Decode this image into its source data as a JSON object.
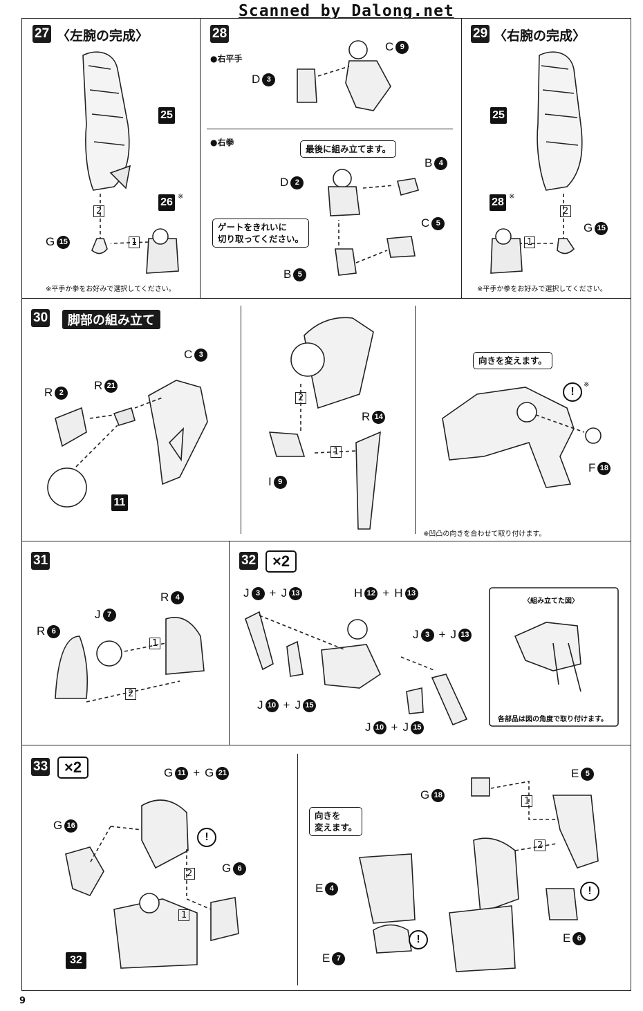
{
  "watermark": "Scanned by Dalong.net",
  "page_number": "9",
  "steps": {
    "s27": {
      "num": "27",
      "title": "〈左腕の完成〉",
      "note": "※平手か拳をお好みで選択してください。",
      "parts": [
        {
          "letter": "G",
          "n": "15"
        }
      ],
      "refs": [
        "25",
        "26"
      ],
      "ref_mark": "※",
      "seq": [
        "1",
        "2"
      ]
    },
    "s28": {
      "num": "28",
      "sub1": "●右平手",
      "sub2": "●右拳",
      "parts": [
        {
          "letter": "C",
          "n": "9"
        },
        {
          "letter": "D",
          "n": "3"
        },
        {
          "letter": "D",
          "n": "2"
        },
        {
          "letter": "B",
          "n": "4"
        },
        {
          "letter": "C",
          "n": "5"
        },
        {
          "letter": "B",
          "n": "5"
        }
      ],
      "callout1": "最後に組み立てます。",
      "callout2a": "ゲートをきれいに",
      "callout2b": "切り取ってください。"
    },
    "s29": {
      "num": "29",
      "title": "〈右腕の完成〉",
      "note": "※平手か拳をお好みで選択してください。",
      "parts": [
        {
          "letter": "G",
          "n": "15"
        }
      ],
      "refs": [
        "25",
        "28"
      ],
      "ref_mark": "※",
      "seq": [
        "1",
        "2"
      ]
    },
    "s30": {
      "num": "30",
      "title": "脚部の組み立て",
      "callout": "向きを変えます。",
      "note": "※凹凸の向きを合わせて取り付けます。",
      "parts": [
        {
          "letter": "C",
          "n": "3"
        },
        {
          "letter": "R",
          "n": "2"
        },
        {
          "letter": "R",
          "n": "21"
        },
        {
          "letter": "R",
          "n": "14"
        },
        {
          "letter": "I",
          "n": "9"
        },
        {
          "letter": "F",
          "n": "18"
        }
      ],
      "refs": [
        "11"
      ],
      "seq": [
        "1",
        "2"
      ],
      "warn": "!",
      "warn_mark": "※"
    },
    "s31": {
      "num": "31",
      "parts": [
        {
          "letter": "R",
          "n": "6"
        },
        {
          "letter": "J",
          "n": "7"
        },
        {
          "letter": "R",
          "n": "4"
        }
      ],
      "seq": [
        "1",
        "2"
      ]
    },
    "s32": {
      "num": "32",
      "mult": "×2",
      "inset_title": "〈組み立てた図〉",
      "inset_note": "各部品は図の角度で取り付けます。",
      "combos": [
        {
          "a": {
            "letter": "J",
            "n": "3"
          },
          "b": {
            "letter": "J",
            "n": "13"
          }
        },
        {
          "a": {
            "letter": "H",
            "n": "12"
          },
          "b": {
            "letter": "H",
            "n": "13"
          }
        },
        {
          "a": {
            "letter": "J",
            "n": "3"
          },
          "b": {
            "letter": "J",
            "n": "13"
          }
        },
        {
          "a": {
            "letter": "J",
            "n": "10"
          },
          "b": {
            "letter": "J",
            "n": "15"
          }
        },
        {
          "a": {
            "letter": "J",
            "n": "10"
          },
          "b": {
            "letter": "J",
            "n": "15"
          }
        }
      ],
      "plus": "+"
    },
    "s33": {
      "num": "33",
      "mult": "×2",
      "callout_a": "向きを",
      "callout_b": "変えます。",
      "combo": {
        "a": {
          "letter": "G",
          "n": "11"
        },
        "b": {
          "letter": "G",
          "n": "21"
        }
      },
      "parts": [
        {
          "letter": "G",
          "n": "16"
        },
        {
          "letter": "G",
          "n": "6"
        },
        {
          "letter": "G",
          "n": "18"
        },
        {
          "letter": "E",
          "n": "5"
        },
        {
          "letter": "E",
          "n": "4"
        },
        {
          "letter": "E",
          "n": "6"
        },
        {
          "letter": "E",
          "n": "7"
        }
      ],
      "refs": [
        "32"
      ],
      "seq": [
        "1",
        "2"
      ],
      "warn": "!",
      "plus": "+"
    }
  }
}
